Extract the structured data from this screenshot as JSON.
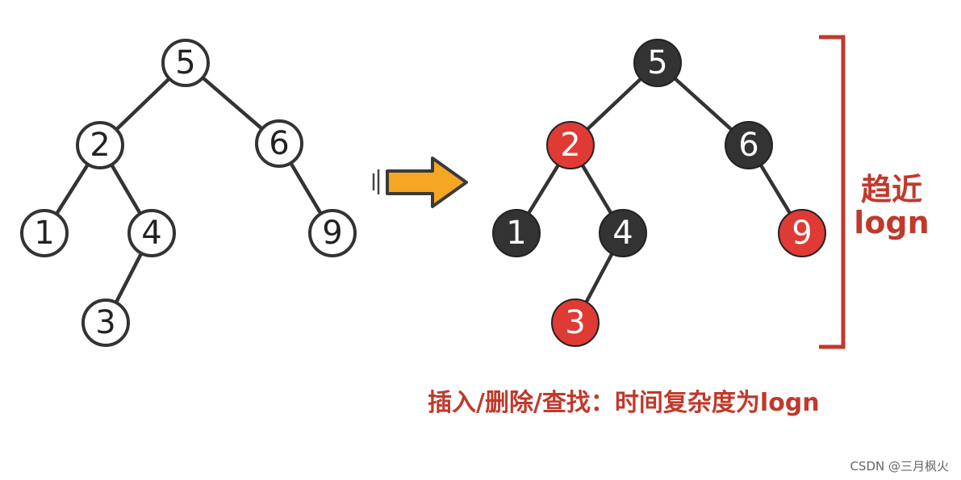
{
  "colors": {
    "red": "#e03a35",
    "black": "#333333",
    "white": "#ffffff",
    "accent": "#c0392b",
    "arrow_fill": "#f5a623",
    "watermark": "#666666"
  },
  "left_tree": {
    "nodes": [
      {
        "id": "n5",
        "label": "5"
      },
      {
        "id": "n2",
        "label": "2"
      },
      {
        "id": "n6",
        "label": "6"
      },
      {
        "id": "n1",
        "label": "1"
      },
      {
        "id": "n4",
        "label": "4"
      },
      {
        "id": "n9",
        "label": "9"
      },
      {
        "id": "n3",
        "label": "3"
      }
    ]
  },
  "right_tree": {
    "nodes": [
      {
        "id": "r5",
        "label": "5",
        "color": "black"
      },
      {
        "id": "r2",
        "label": "2",
        "color": "red"
      },
      {
        "id": "r6",
        "label": "6",
        "color": "black"
      },
      {
        "id": "r1",
        "label": "1",
        "color": "black"
      },
      {
        "id": "r4",
        "label": "4",
        "color": "black"
      },
      {
        "id": "r9",
        "label": "9",
        "color": "red"
      },
      {
        "id": "r3",
        "label": "3",
        "color": "red"
      }
    ]
  },
  "side_label": {
    "line1": "趋近",
    "line2": "logn"
  },
  "caption": "插入/删除/查找：时间复杂度为logn",
  "watermark": "CSDN @三月枫火"
}
